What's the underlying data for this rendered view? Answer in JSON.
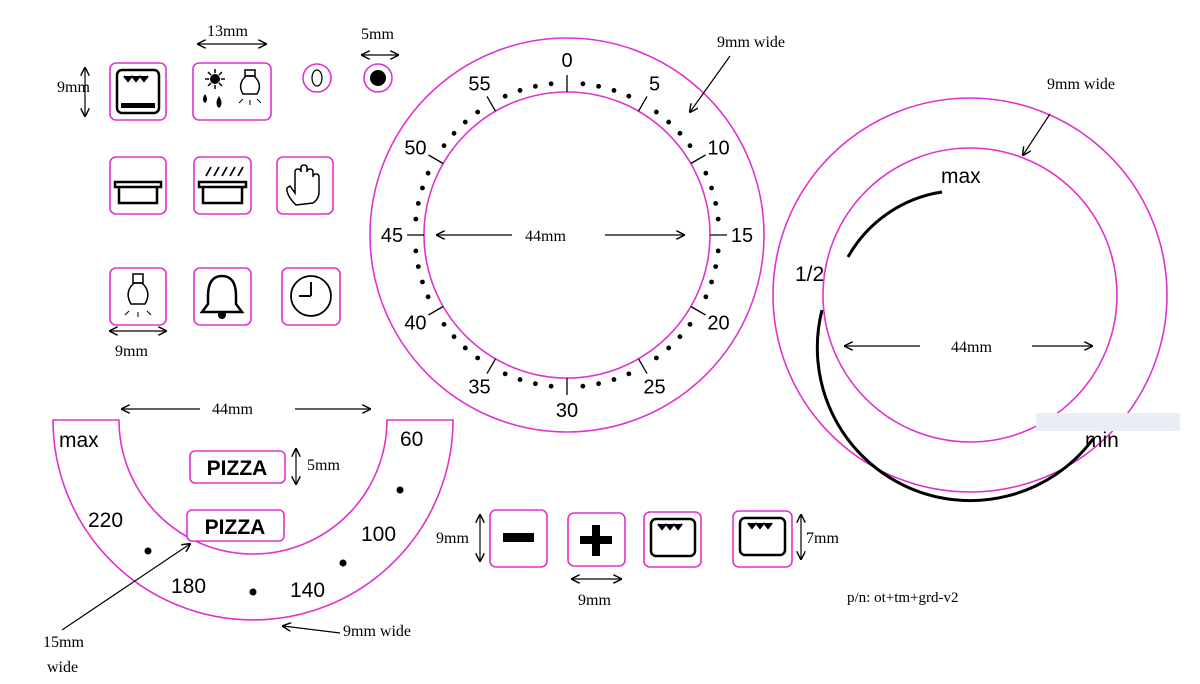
{
  "colors": {
    "outline": "#e032d0",
    "ink": "#000000",
    "watermark": "#e9eef5"
  },
  "icons": {
    "row1": [
      "oven-top-element-icon",
      "light-fan-defrost-icon",
      "indicator-lamp-off-icon",
      "indicator-lamp-on-icon"
    ],
    "row2": [
      "oven-bottom-element-icon",
      "grill-tray-icon",
      "hand-icon"
    ],
    "row3": [
      "oven-light-bulb-icon",
      "bell-icon",
      "clock-icon"
    ],
    "row4": [
      "minus-icon",
      "plus-icon",
      "oven-top-heat-icon",
      "oven-top-heat-alt-icon"
    ]
  },
  "dimensions": {
    "icon_width": "13mm",
    "icon_height": "9mm",
    "lamp_width": "5mm",
    "bulb_width": "9mm",
    "pizza_height": "5mm",
    "button_height": "9mm",
    "button_width": "9mm",
    "small_oven_height": "7mm"
  },
  "timer_dial": {
    "labels": [
      "0",
      "5",
      "10",
      "15",
      "20",
      "25",
      "30",
      "35",
      "40",
      "45",
      "50",
      "55"
    ],
    "ring_width": "9mm wide",
    "inner_diameter": "44mm"
  },
  "power_dial": {
    "labels": {
      "max": "max",
      "half": "1/2",
      "min": "min"
    },
    "ring_width": "9mm wide",
    "inner_diameter": "44mm"
  },
  "temp_arc": {
    "labels": {
      "max": "max",
      "t60": "60",
      "t100": "100",
      "t140": "140",
      "t180": "180",
      "t220": "220"
    },
    "pizza_top": "PIZZA",
    "pizza_bottom": "PIZZA",
    "inner_diameter": "44mm",
    "ring_width": "9mm wide",
    "pointer_line1": "15mm",
    "pointer_line2": "wide"
  },
  "part_number": "p/n:  ot+tm+grd-v2"
}
